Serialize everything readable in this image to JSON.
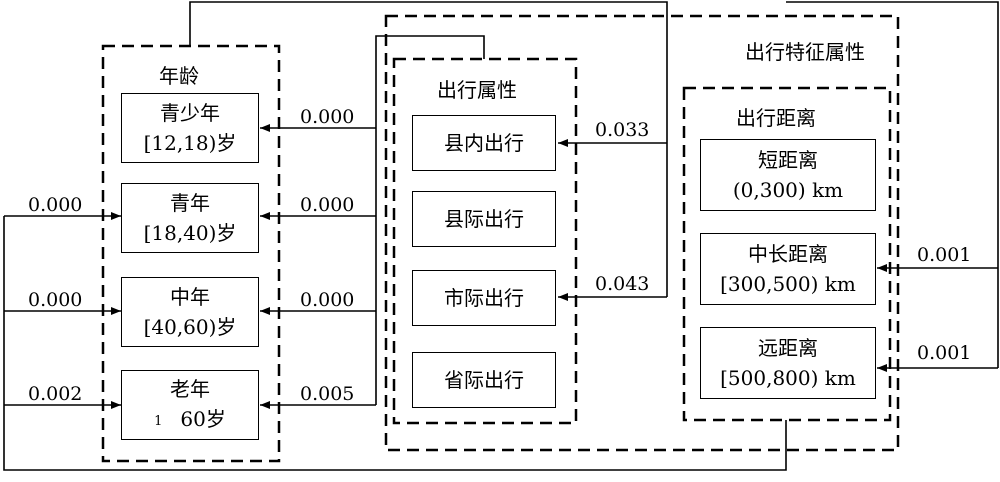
{
  "groups": {
    "age": {
      "title": "年龄"
    },
    "travel_attr": {
      "title": "出行属性"
    },
    "travel_feature": {
      "title": "出行特征属性"
    },
    "travel_distance": {
      "title": "出行距离"
    }
  },
  "age_boxes": [
    {
      "line1": "青少年",
      "line2": "[12,18)岁"
    },
    {
      "line1": "青年",
      "line2": "[18,40)岁"
    },
    {
      "line1": "中年",
      "line2": "[40,60)岁"
    },
    {
      "line1": "老年",
      "line2_prefix": "1",
      "line2": "60岁"
    }
  ],
  "attr_boxes": [
    "县内出行",
    "县际出行",
    "市际出行",
    "省际出行"
  ],
  "distance_boxes": [
    {
      "line1": "短距离",
      "line2": "(0,300) km"
    },
    {
      "line1": "中长距离",
      "line2": "[300,500) km"
    },
    {
      "line1": "远距离",
      "line2": "[500,800) km"
    }
  ],
  "edge_values": {
    "left_youth": "0.000",
    "left_middle": "0.000",
    "left_old": "0.002",
    "attr_teen": "0.000",
    "attr_youth": "0.000",
    "attr_middle": "0.000",
    "attr_old": "0.005",
    "top_county_inner": "0.033",
    "top_intercity": "0.043",
    "right_midlong": "0.001",
    "right_far": "0.001"
  }
}
